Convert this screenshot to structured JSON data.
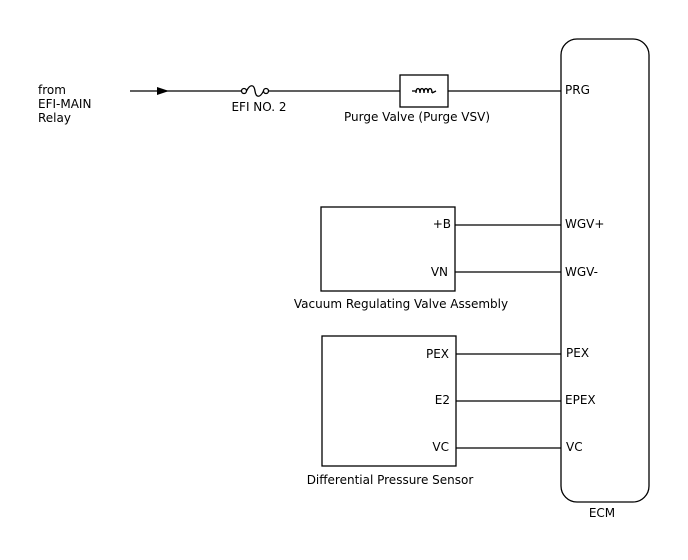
{
  "source": {
    "lines": [
      "from",
      "EFI-MAIN",
      "Relay"
    ]
  },
  "fuse": {
    "label": "EFI NO. 2"
  },
  "purge_valve": {
    "label": "Purge Valve (Purge VSV)"
  },
  "vacuum_valve": {
    "label": "Vacuum Regulating Valve Assembly",
    "pins": [
      "+B",
      "VN"
    ]
  },
  "pressure_sensor": {
    "label": "Differential Pressure Sensor",
    "pins": [
      "PEX",
      "E2",
      "VC"
    ]
  },
  "ecm": {
    "label": "ECM",
    "pins": [
      "PRG",
      "WGV+",
      "WGV-",
      "PEX",
      "EPEX",
      "VC"
    ]
  }
}
